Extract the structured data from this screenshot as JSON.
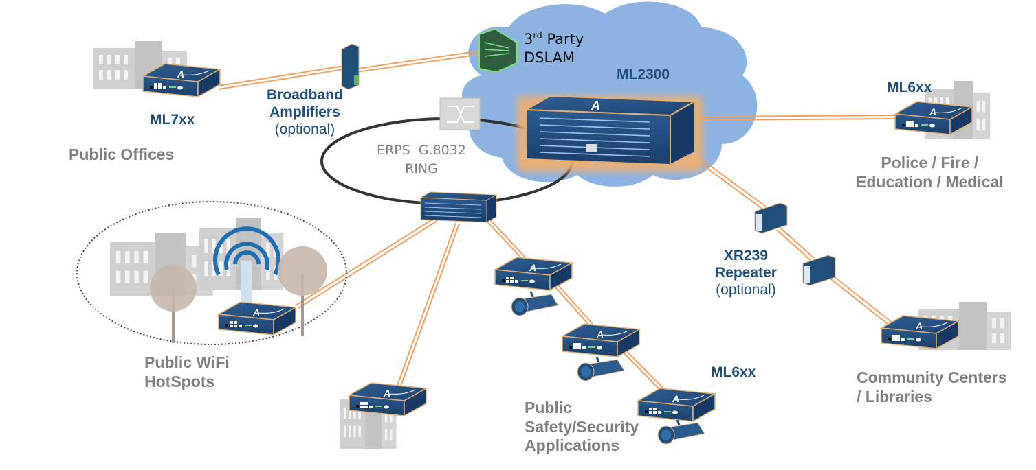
{
  "diagram": {
    "colors": {
      "cloud": "#8db3e2",
      "device_blue": "#1f4e79",
      "fiber": "#f0a060",
      "building_gray": "#c8c8c8",
      "label_gray": "#7f7f7f",
      "wifi_blue": "#1f6fb5",
      "dslam_green": "#2e5e3e"
    },
    "core": {
      "name": "ML2300",
      "dslam_line1_base": "3",
      "dslam_line1_sup": "rd",
      "dslam_line1_rest": " Party",
      "dslam_line2": "DSLAM"
    },
    "ring": {
      "line1": "ERPS  G.8032",
      "line2": "RING"
    },
    "amplifiers": {
      "line1": "Broadband",
      "line2": "Amplifiers",
      "line3": "(optional)"
    },
    "repeater": {
      "line1": "XR239",
      "line2": "Repeater",
      "line3": "(optional)"
    },
    "devices": {
      "ml7xx": "ML7xx",
      "ml6xx_top": "ML6xx",
      "ml6xx_bottom": "ML6xx"
    },
    "sites": {
      "public_offices": "Public Offices",
      "police_line1": "Police / Fire /",
      "police_line2": "Education / Medical",
      "wifi_line1": "Public WiFi",
      "wifi_line2": "HotSpots",
      "community_line1": "Community Centers",
      "community_line2": "/ Libraries",
      "safety_line1": "Public",
      "safety_line2": "Safety/Security",
      "safety_line3": "Applications"
    }
  }
}
